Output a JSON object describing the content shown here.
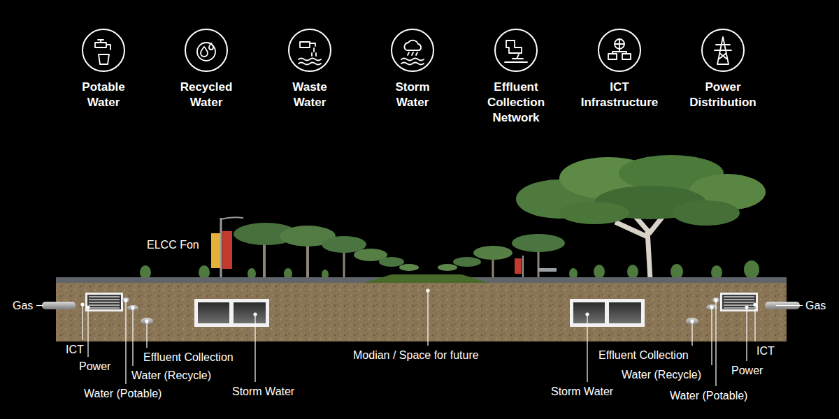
{
  "diagram": {
    "nodes": [
      {
        "text": [
          "Potable Water"
        ]
      },
      {
        "text": [
          "Recycled Water"
        ]
      },
      {
        "text": [
          "Waste Water"
        ]
      },
      {
        "text": [
          "Storm Water"
        ]
      },
      {
        "text": [
          "Effluent Collection Network"
        ]
      },
      {
        "text": [
          "ICT Infrastructure"
        ]
      },
      {
        "text": [
          "Power Distribution"
        ]
      }
    ],
    "labels": [
      "ELCC Fon",
      "Gas",
      "ICT",
      "Power",
      "Effluent Collection",
      "Water (Recycle)",
      "Water (Potable)",
      "Storm Water",
      "Modian / Space for future",
      "Effluent Collection",
      "Water (Recycle)",
      "Storm Water",
      "Water (Potable)",
      "Power",
      "ICT",
      "Gas"
    ]
  }
}
